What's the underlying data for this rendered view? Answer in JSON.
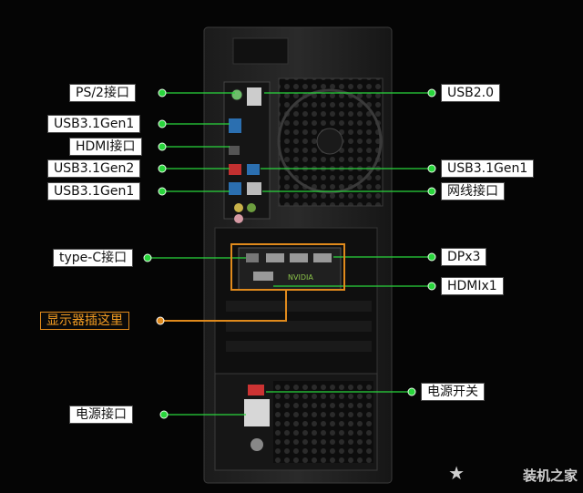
{
  "image": {
    "subject": "PC tower rear panel with labeled ports",
    "colors": {
      "line_green": "#29d63c",
      "line_orange": "#e08a1c",
      "label_bg": "#ffffff"
    }
  },
  "labels": {
    "ps2": "PS/2接口",
    "usb31gen1_top": "USB3.1Gen1",
    "hdmi": "HDMI接口",
    "usb31gen2": "USB3.1Gen2",
    "usb31gen1_bottom": "USB3.1Gen1",
    "usb20": "USB2.0",
    "usb31gen1_right": "USB3.1Gen1",
    "lan": "网线接口",
    "typec": "type-C接口",
    "dp": "DPx3",
    "hdmix1": "HDMIx1",
    "monitor": "显示器插这里",
    "power_switch": "电源开关",
    "power_port": "电源接口"
  },
  "gpu_brand": "NVIDIA",
  "watermark": {
    "text": "装机之家"
  }
}
